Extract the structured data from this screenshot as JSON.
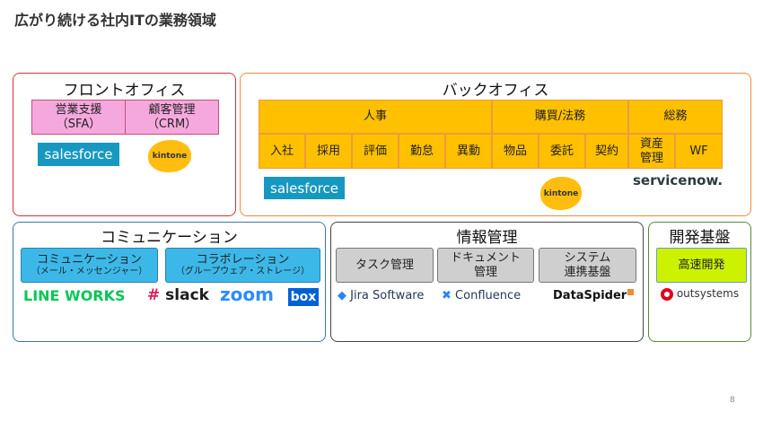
{
  "title": "広がり続ける社内ITの業務領域",
  "front": {
    "title": "フロントオフィス",
    "boxes": [
      {
        "l1": "営業支援",
        "l2": "（SFA）"
      },
      {
        "l1": "顧客管理",
        "l2": "（CRM）"
      }
    ],
    "logos": [
      "salesforce",
      "kintone"
    ]
  },
  "back": {
    "title": "バックオフィス",
    "groups": [
      "人事",
      "購買/法務",
      "総務"
    ],
    "items": [
      "入社",
      "採用",
      "評価",
      "勤怠",
      "異動",
      "物品",
      "委託",
      "契約",
      "資産\n管理",
      "WF"
    ],
    "logos": [
      "salesforce",
      "kintone",
      "servicenow."
    ]
  },
  "comm": {
    "title": "コミュニケーション",
    "boxes": [
      {
        "l1": "コミュニケーション",
        "l2": "（メール・メッセンジャー）"
      },
      {
        "l1": "コラボレーション",
        "l2": "（グループウェア・ストレージ）"
      }
    ],
    "logos": [
      "LINE WORKS",
      "slack",
      "zoom",
      "box"
    ]
  },
  "info": {
    "title": "情報管理",
    "boxes": [
      "タスク管理",
      "ドキュメント\n管理",
      "システム\n連携基盤"
    ],
    "logos": [
      "Jira Software",
      "Confluence",
      "DataSpider"
    ]
  },
  "dev": {
    "title": "開発基盤",
    "box": "高速開発",
    "logo": "outsystems"
  },
  "page_number": "8"
}
